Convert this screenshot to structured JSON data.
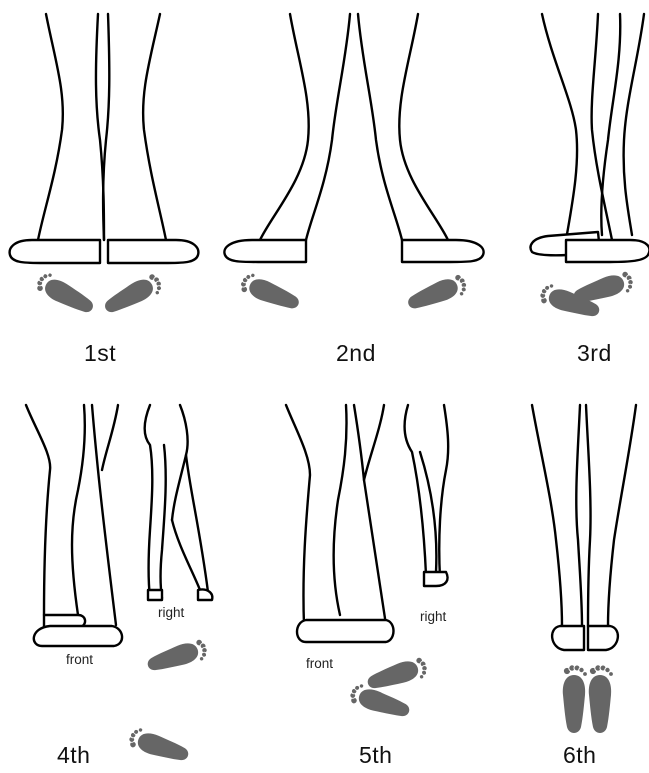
{
  "positions": [
    {
      "id": "first",
      "label": "1st"
    },
    {
      "id": "second",
      "label": "2nd"
    },
    {
      "id": "third",
      "label": "3rd"
    },
    {
      "id": "fourth",
      "label": "4th",
      "front_label": "front",
      "side_label": "right"
    },
    {
      "id": "fifth",
      "label": "5th",
      "front_label": "front",
      "side_label": "right"
    },
    {
      "id": "sixth",
      "label": "6th"
    }
  ],
  "colors": {
    "line": "#000000",
    "footprint": "#666666",
    "background": "#ffffff"
  }
}
